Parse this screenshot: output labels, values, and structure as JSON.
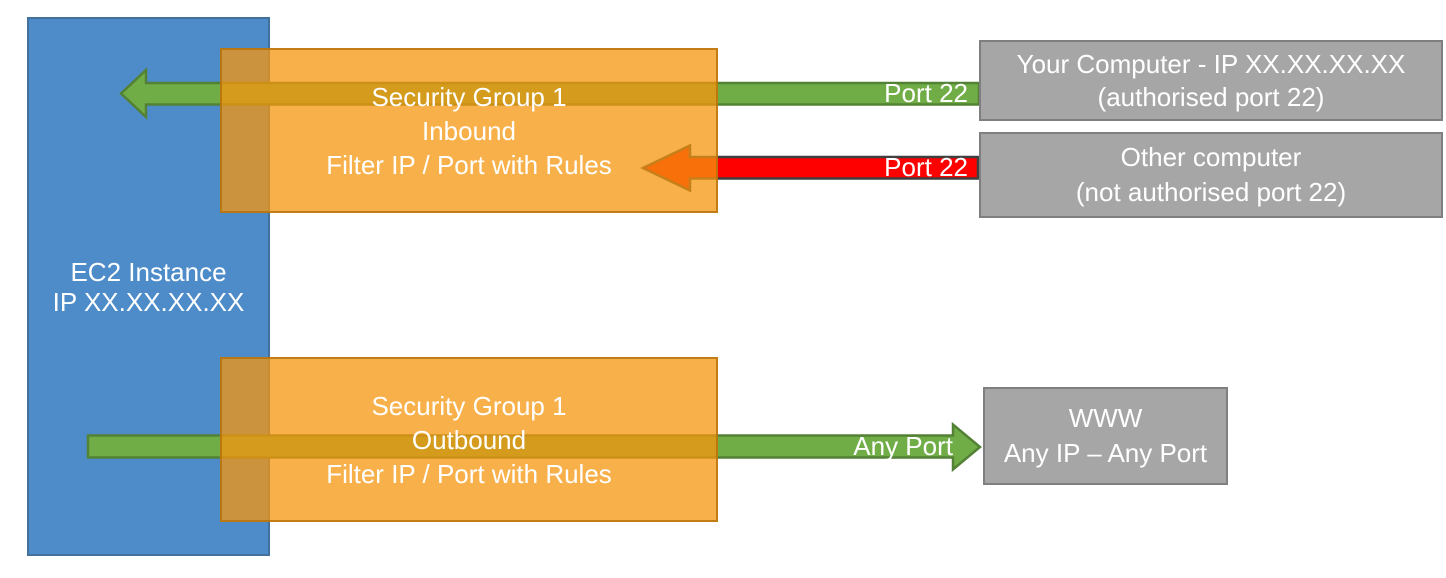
{
  "diagram": {
    "ec2_box": {
      "line1": "EC2 Instance",
      "line2": "IP XX.XX.XX.XX"
    },
    "inbound_box": {
      "line1": "Security Group 1",
      "line2": "Inbound",
      "line3": "Filter IP / Port with Rules"
    },
    "outbound_box": {
      "line1": "Security Group 1",
      "line2": "Outbound",
      "line3": "Filter IP / Port with Rules"
    },
    "your_computer_box": {
      "line1": "Your Computer - IP XX.XX.XX.XX",
      "line2": "(authorised port 22)"
    },
    "other_computer_box": {
      "line1": "Other computer",
      "line2": "(not authorised port 22)"
    },
    "www_box": {
      "line1": "WWW",
      "line2": "Any IP – Any Port"
    },
    "arrow_labels": {
      "inbound_allowed": "Port 22",
      "inbound_blocked": "Port 22",
      "outbound": "Any Port"
    },
    "colors": {
      "ec2_blue": "#4E8CC9",
      "ec2_blue_border": "#41719C",
      "security_group_orange": "#F6960E",
      "allowed_green": "#70AD47",
      "allowed_green_border": "#538135",
      "blocked_red": "#FF0000",
      "blocked_red_border": "#3F3F3F",
      "endpoint_gray": "#A6A6A6",
      "endpoint_gray_border": "#7F7F7F",
      "text_white": "#FFFFFF"
    }
  }
}
